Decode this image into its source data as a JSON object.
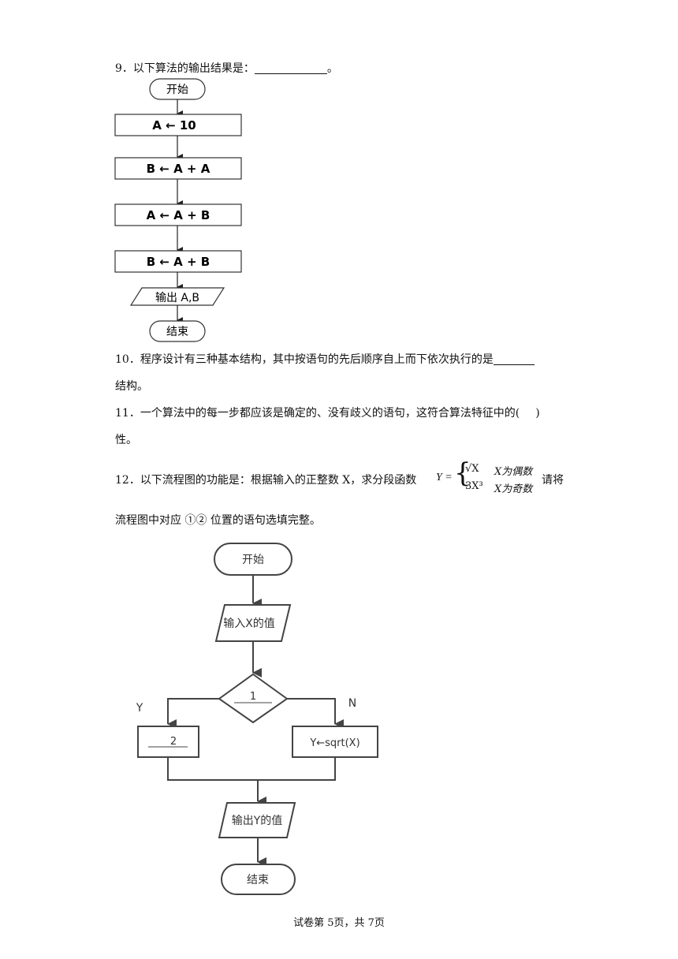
{
  "q9": {
    "text": "9．以下算法的输出结果是：",
    "end": "。",
    "flow": {
      "start": "开始",
      "s1": "A ← 10",
      "s2": "B ← A + A",
      "s3": "A ← A + B",
      "s4": "B ← A + B",
      "out": "输出 A,B",
      "end": "结束"
    }
  },
  "q10": {
    "line1": "10．程序设计有三种基本结构，其中按语句的先后顺序自上而下依次执行的是",
    "line2": "结构。"
  },
  "q11": {
    "line1": "11．一个算法中的每一步都应该是确定的、没有歧义的语句，这符合算法特征中的(",
    "paren_close": ")",
    "line2": "性。"
  },
  "q12": {
    "prefix": "12．以下流程图的功能是：根据输入的正整数 X，求分段函数",
    "func_lhs": "Y =",
    "case1_expr": "√X",
    "case1_cond": "X为偶数",
    "case2_expr": "3X³",
    "case2_cond": "X为奇数",
    "suffix": "请将",
    "line2": "流程图中对应 ①② 位置的语句选填完整。",
    "flow": {
      "start": "开始",
      "input": "输入X的值",
      "cond": "1",
      "yes": "Y",
      "no": "N",
      "left_box": "2",
      "right_box": "Y←sqrt(X)",
      "output": "输出Y的值",
      "end": "结束"
    }
  },
  "footer": "试卷第 5页，共 7页"
}
